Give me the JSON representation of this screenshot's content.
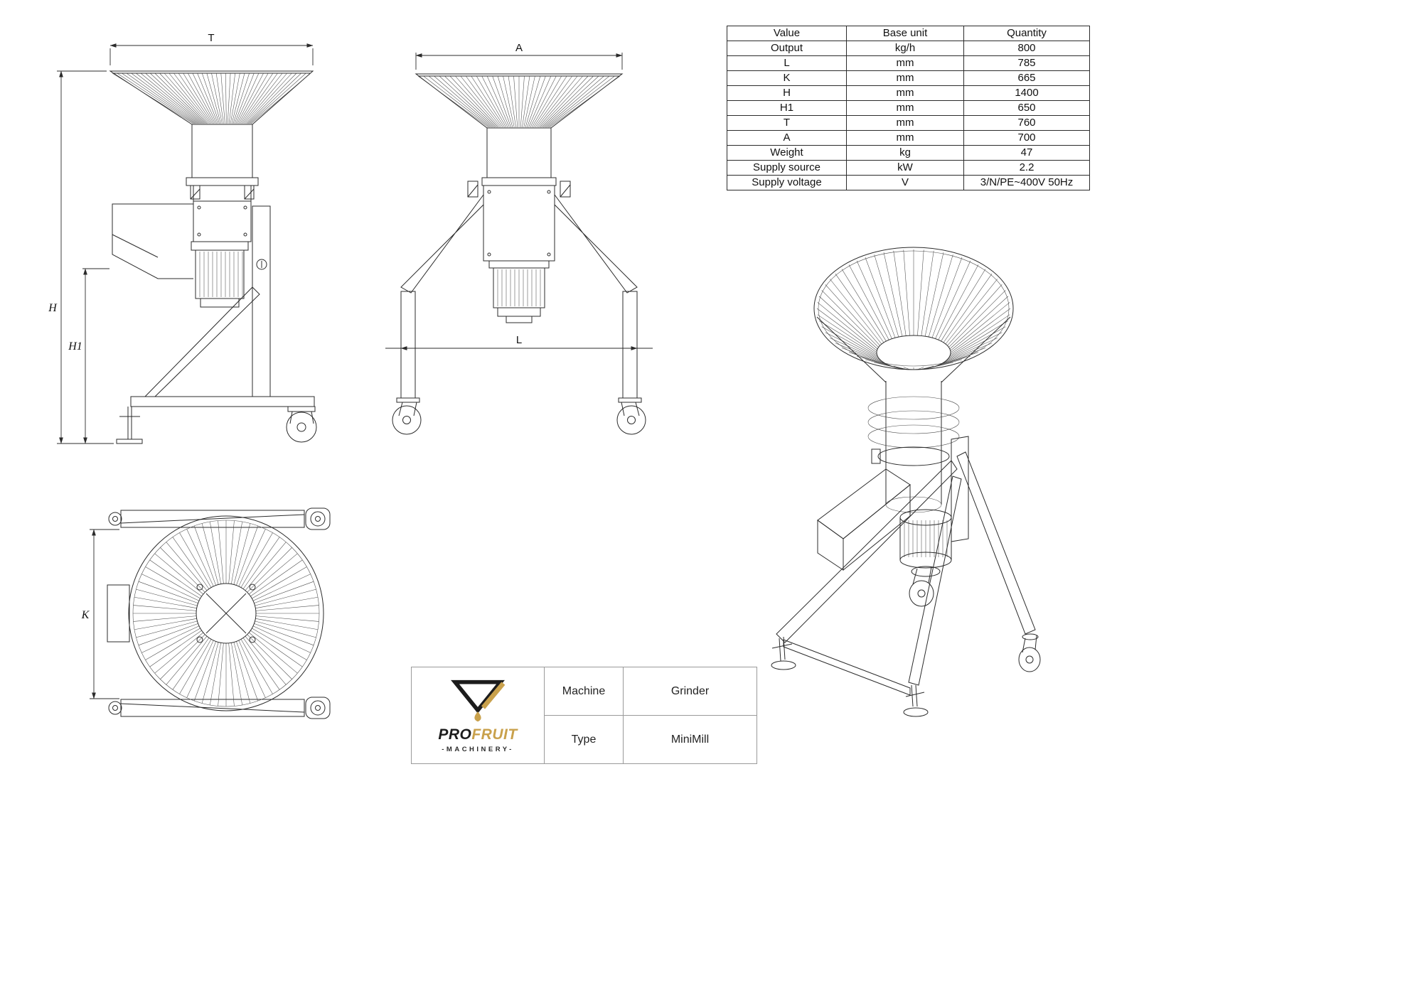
{
  "spec_table": {
    "headers": [
      "Value",
      "Base unit",
      "Quantity"
    ],
    "rows": [
      [
        "Output",
        "kg/h",
        "800"
      ],
      [
        "L",
        "mm",
        "785"
      ],
      [
        "K",
        "mm",
        "665"
      ],
      [
        "H",
        "mm",
        "1400"
      ],
      [
        "H1",
        "mm",
        "650"
      ],
      [
        "T",
        "mm",
        "760"
      ],
      [
        "A",
        "mm",
        "700"
      ],
      [
        "Weight",
        "kg",
        "47"
      ],
      [
        "Supply source",
        "kW",
        "2.2"
      ],
      [
        "Supply voltage",
        "V",
        "3/N/PE~400V 50Hz"
      ]
    ]
  },
  "dimensions": {
    "t": "T",
    "a": "A",
    "h": "H",
    "h1": "H1",
    "k": "K",
    "l": "L"
  },
  "title_block": {
    "rows": [
      {
        "label": "Machine",
        "value": "Grinder"
      },
      {
        "label": "Type",
        "value": "MiniMill"
      }
    ]
  },
  "logo": {
    "pro": "PRO",
    "fruit": "FRUIT",
    "machinery": "-MACHINERY-",
    "gold": "#C9A14C",
    "black": "#1c1c1c"
  }
}
